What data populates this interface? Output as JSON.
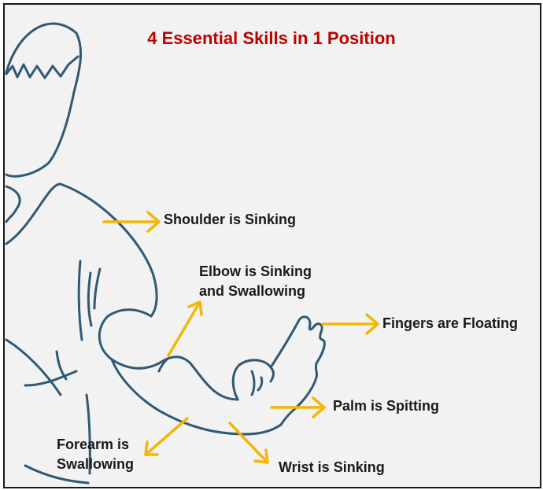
{
  "title": "4 Essential Skills in 1 Position",
  "colors": {
    "title": "#c00000",
    "arrow": "#f2b705",
    "sketch": "#2f5974",
    "label": "#1a1a1a",
    "background": "#f2f2f2"
  },
  "labels": {
    "shoulder": "Shoulder is Sinking",
    "elbow_line1": "Elbow is Sinking",
    "elbow_line2": "and Swallowing",
    "fingers": "Fingers are Floating",
    "palm": "Palm is Spitting",
    "forearm_line1": "Forearm is",
    "forearm_line2": "Swallowing",
    "wrist": "Wrist is Sinking"
  }
}
